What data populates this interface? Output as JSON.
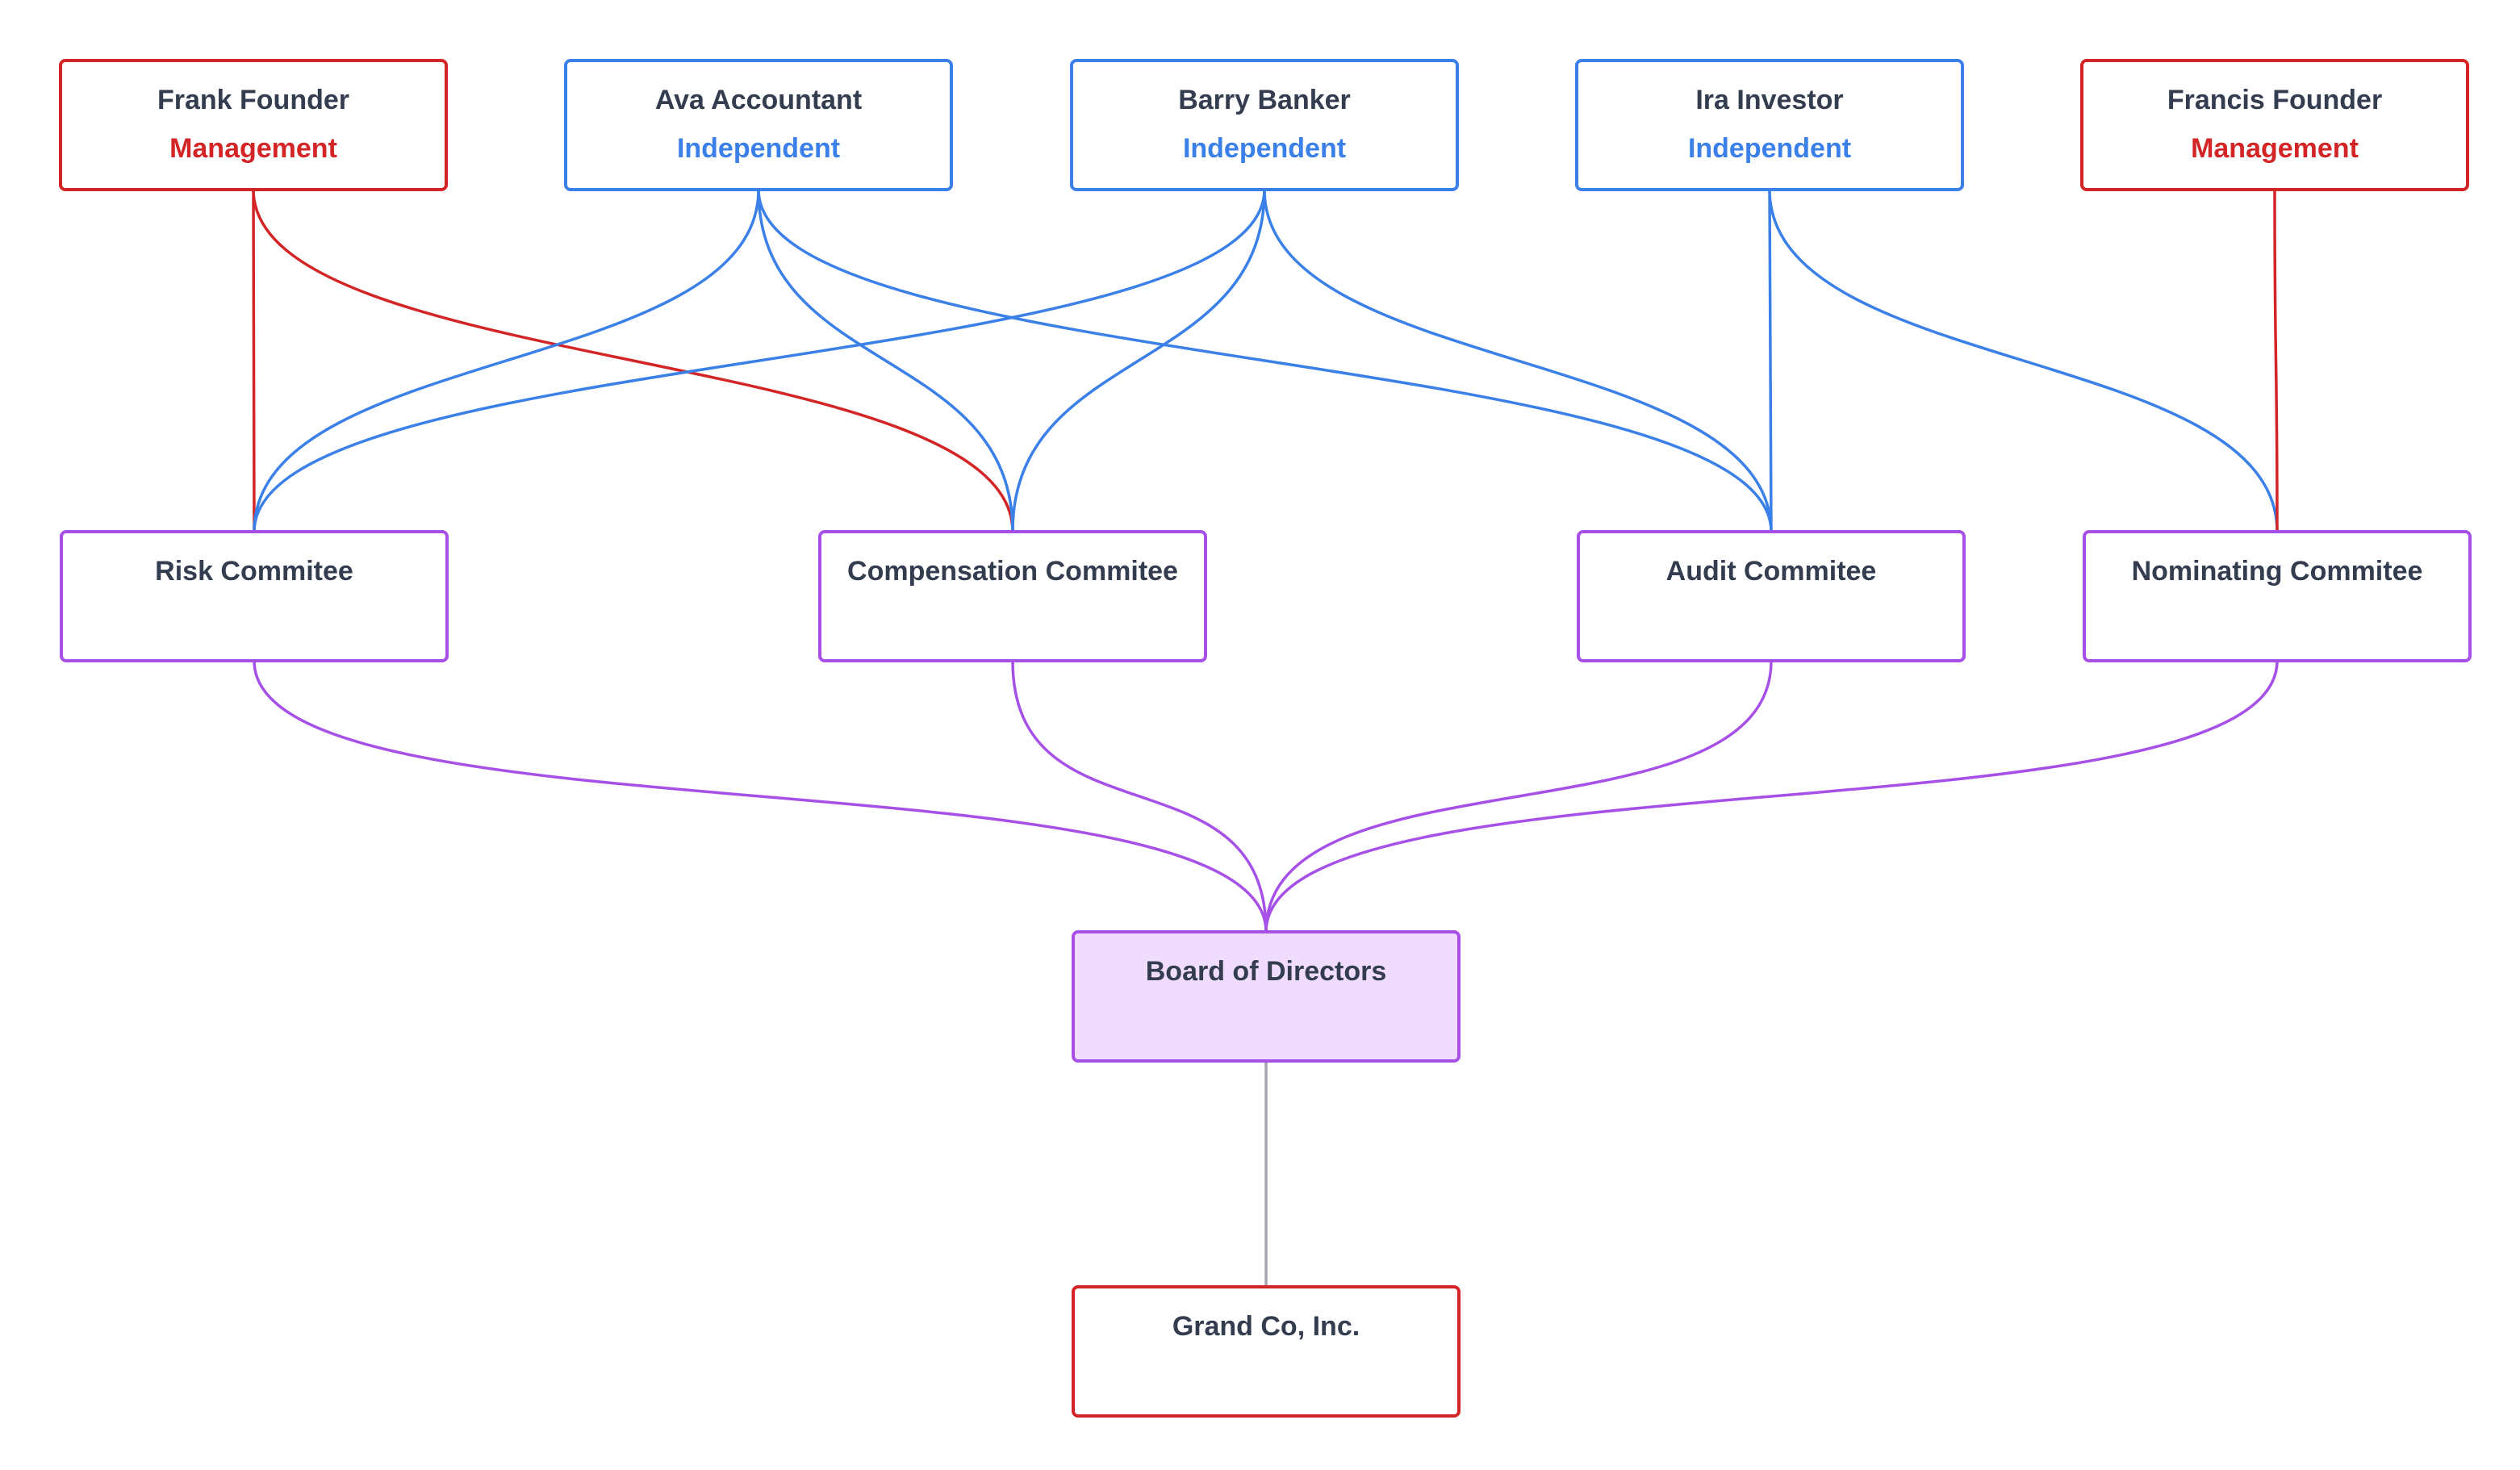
{
  "colors": {
    "management": "#d42526",
    "independent": "#3a80e8",
    "committee": "#a650e8",
    "board_fill": "#efdcfe",
    "text": "#343d4f",
    "company_link": "#a3a3b3"
  },
  "people": [
    {
      "id": "frank",
      "name": "Frank Founder",
      "role": "Management",
      "role_type": "management"
    },
    {
      "id": "ava",
      "name": "Ava Accountant",
      "role": "Independent",
      "role_type": "independent"
    },
    {
      "id": "barry",
      "name": "Barry Banker",
      "role": "Independent",
      "role_type": "independent"
    },
    {
      "id": "ira",
      "name": "Ira Investor",
      "role": "Independent",
      "role_type": "independent"
    },
    {
      "id": "francis",
      "name": "Francis Founder",
      "role": "Management",
      "role_type": "management"
    }
  ],
  "committees": [
    {
      "id": "risk",
      "name": "Risk Commitee"
    },
    {
      "id": "comp",
      "name": "Compensation Commitee"
    },
    {
      "id": "audit",
      "name": "Audit Commitee"
    },
    {
      "id": "nom",
      "name": "Nominating Commitee"
    }
  ],
  "board": {
    "id": "board",
    "name": "Board of Directors"
  },
  "company": {
    "id": "company",
    "name": "Grand Co, Inc."
  },
  "memberships": [
    {
      "person": "frank",
      "committee": "risk"
    },
    {
      "person": "frank",
      "committee": "comp"
    },
    {
      "person": "ava",
      "committee": "risk"
    },
    {
      "person": "ava",
      "committee": "comp"
    },
    {
      "person": "ava",
      "committee": "audit"
    },
    {
      "person": "barry",
      "committee": "risk"
    },
    {
      "person": "barry",
      "committee": "comp"
    },
    {
      "person": "barry",
      "committee": "audit"
    },
    {
      "person": "ira",
      "committee": "audit"
    },
    {
      "person": "ira",
      "committee": "nom"
    },
    {
      "person": "francis",
      "committee": "nom"
    }
  ]
}
